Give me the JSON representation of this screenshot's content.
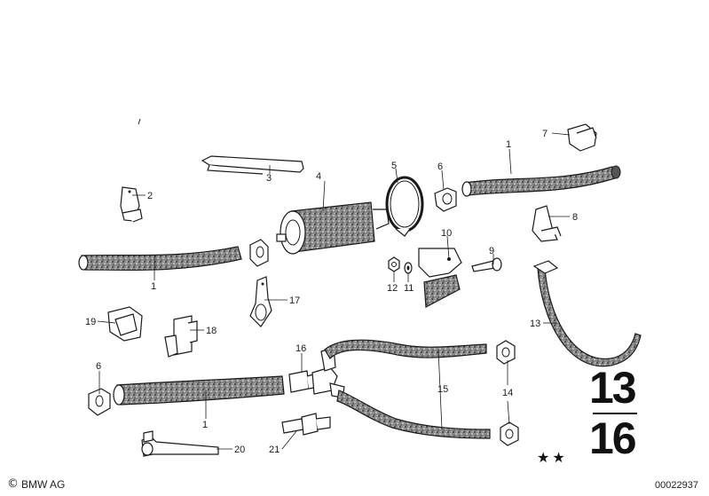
{
  "callouts": {
    "c1a": "1",
    "c1b": "1",
    "c1c": "1",
    "c2": "2",
    "c3": "3",
    "c4": "4",
    "c5": "5",
    "c6a": "6",
    "c6b": "6",
    "c7": "7",
    "c8": "8",
    "c9": "9",
    "c10": "10",
    "c11": "11",
    "c12": "12",
    "c13": "13",
    "c14": "14",
    "c15": "15",
    "c16": "16",
    "c17": "17",
    "c18": "18",
    "c19": "19",
    "c20": "20",
    "c21": "21"
  },
  "group": {
    "top": "13",
    "bottom": "16"
  },
  "stars": "★★",
  "footer": {
    "copyright_symbol": "©",
    "brand": "BMW AG",
    "diagram_id": "00022937"
  },
  "colors": {
    "ink": "#1a1a1a",
    "background": "#ffffff",
    "hose_fill": "#6a6a6a"
  },
  "icons": {
    "stars": "star-icon",
    "copyright": "copyright-icon"
  }
}
